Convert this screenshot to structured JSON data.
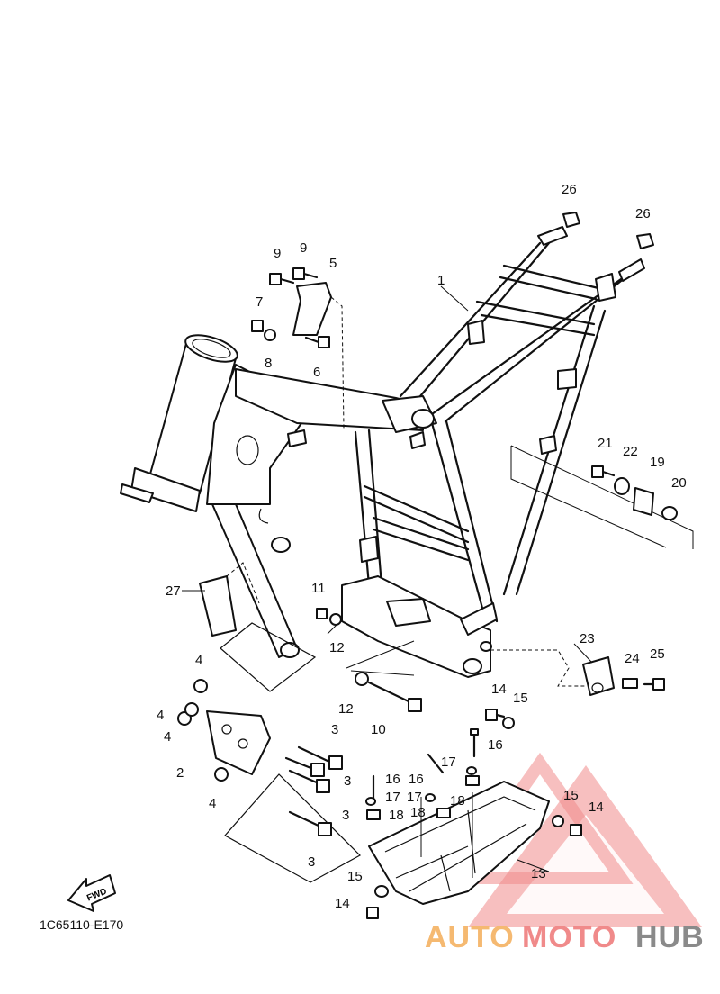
{
  "diagram_code": "1C65110-E170",
  "fwd_label": "FWD",
  "watermark": {
    "part1": "AUTO",
    "part2": "MOTO",
    "part3": "HUB",
    "color_orange": "#f5b971",
    "color_red": "#f08a8a",
    "color_gray": "#8a8a8a"
  },
  "callouts": [
    {
      "id": "c26a",
      "text": "26"
    },
    {
      "id": "c26b",
      "text": "26"
    },
    {
      "id": "c9a",
      "text": "9"
    },
    {
      "id": "c9b",
      "text": "9"
    },
    {
      "id": "c5",
      "text": "5"
    },
    {
      "id": "c1",
      "text": "1"
    },
    {
      "id": "c7",
      "text": "7"
    },
    {
      "id": "c8",
      "text": "8"
    },
    {
      "id": "c6",
      "text": "6"
    },
    {
      "id": "c21",
      "text": "21"
    },
    {
      "id": "c22",
      "text": "22"
    },
    {
      "id": "c19",
      "text": "19"
    },
    {
      "id": "c20",
      "text": "20"
    },
    {
      "id": "c27",
      "text": "27"
    },
    {
      "id": "c11",
      "text": "11"
    },
    {
      "id": "c12a",
      "text": "12"
    },
    {
      "id": "c23",
      "text": "23"
    },
    {
      "id": "c24",
      "text": "24"
    },
    {
      "id": "c25",
      "text": "25"
    },
    {
      "id": "c4a",
      "text": "4"
    },
    {
      "id": "c4b",
      "text": "4"
    },
    {
      "id": "c4c",
      "text": "4"
    },
    {
      "id": "c4d",
      "text": "4"
    },
    {
      "id": "c12b",
      "text": "12"
    },
    {
      "id": "c10",
      "text": "10"
    },
    {
      "id": "c14a",
      "text": "14"
    },
    {
      "id": "c15a",
      "text": "15"
    },
    {
      "id": "c16a",
      "text": "16"
    },
    {
      "id": "c3a",
      "text": "3"
    },
    {
      "id": "c2",
      "text": "2"
    },
    {
      "id": "c17a",
      "text": "17"
    },
    {
      "id": "c16b",
      "text": "16"
    },
    {
      "id": "c16c",
      "text": "16"
    },
    {
      "id": "c3b",
      "text": "3"
    },
    {
      "id": "c17b",
      "text": "17"
    },
    {
      "id": "c17c",
      "text": "17"
    },
    {
      "id": "c18a",
      "text": "18"
    },
    {
      "id": "c3c",
      "text": "3"
    },
    {
      "id": "c18b",
      "text": "18"
    },
    {
      "id": "c18c",
      "text": "18"
    },
    {
      "id": "c15b",
      "text": "15"
    },
    {
      "id": "c14b",
      "text": "14"
    },
    {
      "id": "c3d",
      "text": "3"
    },
    {
      "id": "c13",
      "text": "13"
    },
    {
      "id": "c15c",
      "text": "15"
    },
    {
      "id": "c14c",
      "text": "14"
    }
  ]
}
